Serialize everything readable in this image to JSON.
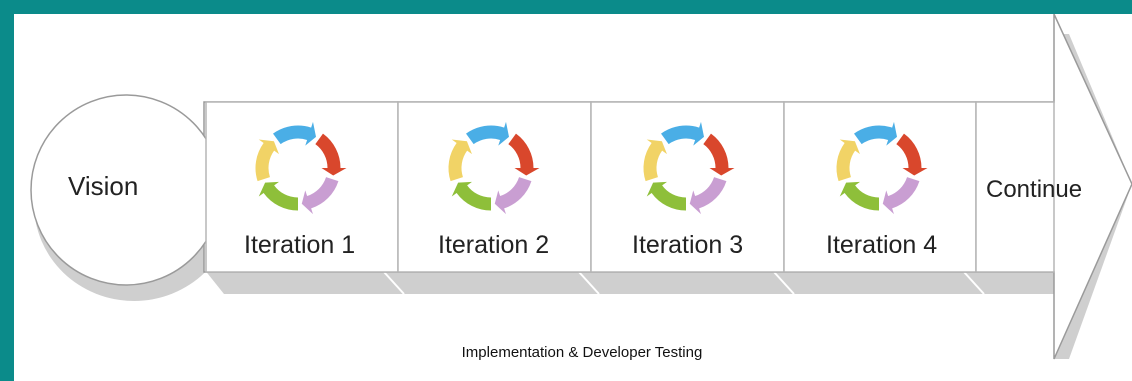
{
  "vision": {
    "label": "Vision"
  },
  "iterations": [
    {
      "label": "Iteration 1"
    },
    {
      "label": "Iteration 2"
    },
    {
      "label": "Iteration 3"
    },
    {
      "label": "Iteration 4"
    }
  ],
  "continue": {
    "label": "Continue"
  },
  "footer": {
    "label": "Implementation & Developer Testing"
  },
  "colors": {
    "background": "#0b8b8a",
    "arrow_blue": "#4aaee6",
    "arrow_red": "#d9472c",
    "arrow_purple": "#c99ed2",
    "arrow_green": "#8ebf3a",
    "arrow_yellow": "#f1d366",
    "shadow": "#cfcfcf",
    "outline": "#9a9a9a"
  }
}
